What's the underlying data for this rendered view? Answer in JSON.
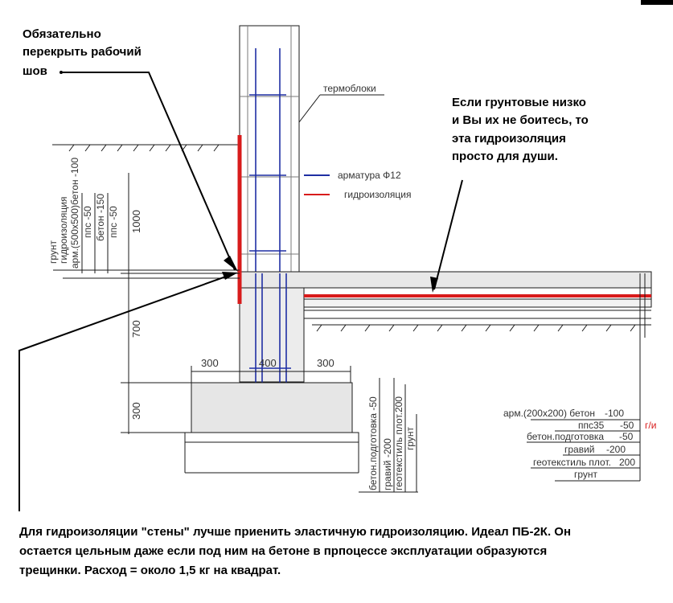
{
  "annotations": {
    "seam_line1": "Обязательно",
    "seam_line2": "перекрыть рабочий",
    "seam_line3": "шов",
    "ground_line1": "Если грунтовые низко",
    "ground_line2": "и Вы их не боитесь, то",
    "ground_line3": "эта гидроизоляция",
    "ground_line4": "просто для души.",
    "footer_line1": "Для гидроизоляции \"стены\" лучше приенить эластичную гидроизоляцию. Идеал ПБ-2К. Он",
    "footer_line2": "остается цельным даже если под ним на бетоне в прпоцессе эксплуатации образуются",
    "footer_line3": "трещинки. Расход = около 1,5 кг на квадрат."
  },
  "labels": {
    "thermoblocks": "термоблоки",
    "legend_rebar": "арматура Ф12",
    "legend_waterproofing": "гидроизоляция"
  },
  "colors": {
    "rebar": "#1f2fa3",
    "waterproofing": "#d81b1b",
    "concrete": "#e6e6e6",
    "lines": "#1a1a1a"
  },
  "dimensions": {
    "h1000": "1000",
    "h700": "700",
    "h300": "300",
    "w300_left": "300",
    "w400": "400",
    "w300_right": "300"
  },
  "left_layers": [
    "грунт",
    "гидроизоляция",
    "арм.(500х500)бетон -100",
    "ппс -50",
    "бетон -150",
    "ппс -50"
  ],
  "footing_layers": [
    "бетон.подготовка -50",
    "гравий -200",
    "геотекстиль плот.200",
    "грунт"
  ],
  "floor_layers": [
    {
      "name": "арм.(200х200) бетон",
      "value": "-100",
      "extra": ""
    },
    {
      "name": "ппс35",
      "value": "-50",
      "extra": "г/и"
    },
    {
      "name": "бетон.подготовка",
      "value": "-50",
      "extra": ""
    },
    {
      "name": "гравий",
      "value": "-200",
      "extra": ""
    },
    {
      "name": "геотекстиль плот.",
      "value": "200",
      "extra": ""
    },
    {
      "name": "грунт",
      "value": "",
      "extra": ""
    }
  ]
}
